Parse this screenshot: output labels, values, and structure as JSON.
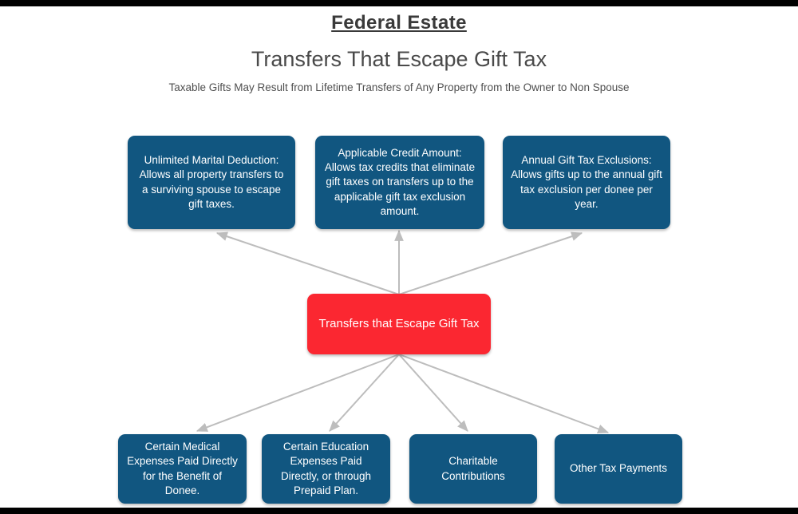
{
  "header": {
    "title": "Federal Estate",
    "subtitle": "Transfers That Escape Gift Tax",
    "tagline": "Taxable Gifts May Result from Lifetime Transfers of Any Property from the Owner to Non Spouse"
  },
  "colors": {
    "node_blue": "#115680",
    "node_red": "#FB2731",
    "node_text": "#FFFFFF",
    "arrow": "#BDBDBD",
    "title": "#3A3A3A",
    "heading": "#4A4A4A",
    "tagline": "#4F4F4F",
    "border_bars": "#000000",
    "background": "#FFFFFF"
  },
  "diagram": {
    "center_node": {
      "id": "center",
      "label": "Transfers that Escape Gift Tax"
    },
    "top_nodes": [
      {
        "id": "top-1",
        "label": "Unlimited Marital Deduction: Allows all property transfers to a surviving spouse to escape gift taxes."
      },
      {
        "id": "top-2",
        "label": "Applicable Credit Amount: Allows tax credits that eliminate gift taxes on transfers up to the applicable gift tax exclusion amount."
      },
      {
        "id": "top-3",
        "label": "Annual Gift Tax Exclusions: Allows gifts up to the annual gift tax exclusion per donee per year."
      }
    ],
    "bottom_nodes": [
      {
        "id": "bottom-1",
        "label": "Certain Medical Expenses Paid Directly for the Benefit of Donee."
      },
      {
        "id": "bottom-2",
        "label": "Certain Education Expenses Paid Directly, or through Prepaid Plan."
      },
      {
        "id": "bottom-3",
        "label": "Charitable Contributions"
      },
      {
        "id": "bottom-4",
        "label": "Other Tax Payments"
      }
    ],
    "connections": [
      {
        "from": "center",
        "to": "top-1"
      },
      {
        "from": "center",
        "to": "top-2"
      },
      {
        "from": "center",
        "to": "top-3"
      },
      {
        "from": "center",
        "to": "bottom-1"
      },
      {
        "from": "center",
        "to": "bottom-2"
      },
      {
        "from": "center",
        "to": "bottom-3"
      },
      {
        "from": "center",
        "to": "bottom-4"
      }
    ]
  }
}
